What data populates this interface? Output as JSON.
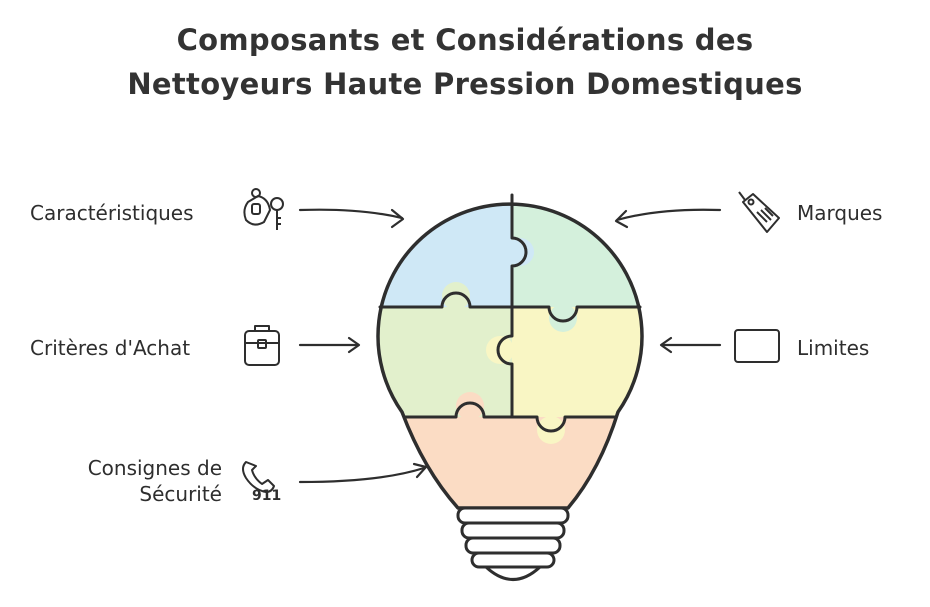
{
  "title": {
    "line1": "Composants et Considérations des",
    "line2": "Nettoyeurs Haute Pression Domestiques"
  },
  "left_items": [
    {
      "label": "Caractéristiques",
      "icon": "keys-icon"
    },
    {
      "label": "Critères d'Achat",
      "icon": "briefcase-icon"
    },
    {
      "label_line1": "Consignes de",
      "label_line2": "Sécurité",
      "icon": "emergency-call-icon",
      "icon_text": "911"
    }
  ],
  "right_items": [
    {
      "label": "Marques",
      "icon": "price-tag-icon"
    },
    {
      "label": "Limites",
      "icon": "frame-icon"
    }
  ],
  "colors": {
    "blue": "#cfe8f6",
    "green": "#d4f0dc",
    "light_green": "#e2f0cc",
    "yellow": "#f9f6c4",
    "orange": "#fbdcc4",
    "outline": "#2e2e2e"
  }
}
